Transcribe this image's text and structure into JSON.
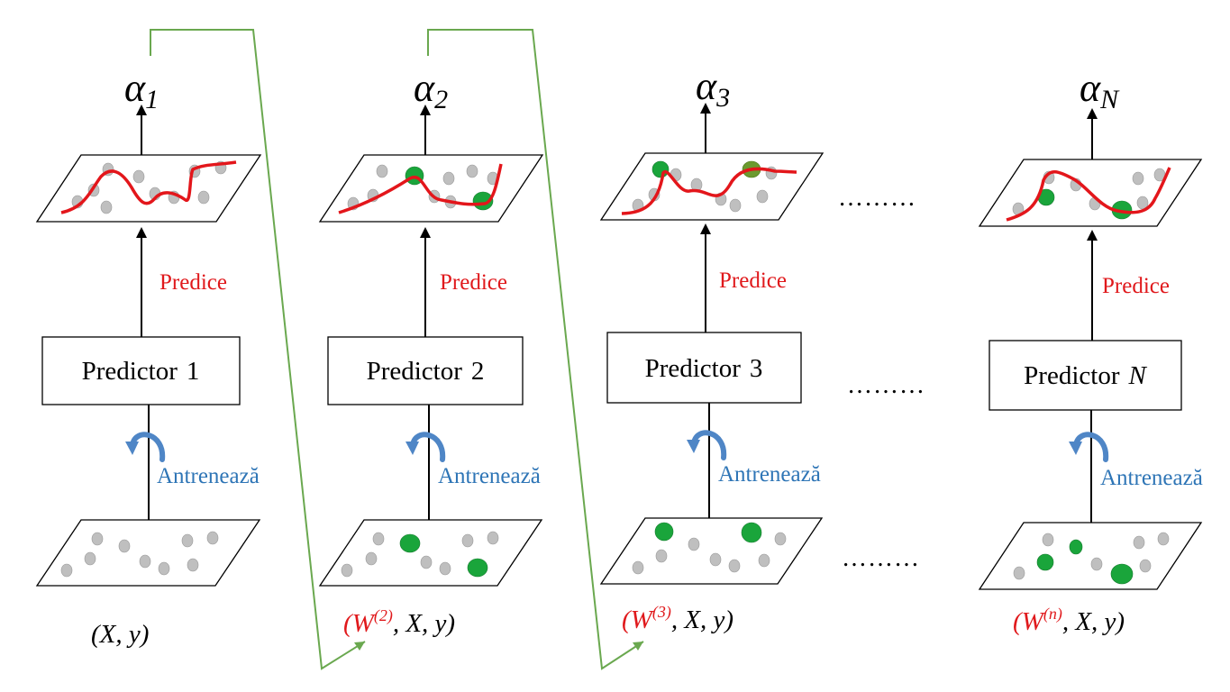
{
  "stages": [
    {
      "alpha_base": "α",
      "alpha_sub": "1",
      "predict_label": "Predice",
      "predictor_name": "Predictor",
      "predictor_index": "1",
      "train_label": "Antrenează",
      "dataset_w": "",
      "dataset_sup": "",
      "dataset_rest": "(X, y)"
    },
    {
      "alpha_base": "α",
      "alpha_sub": "2",
      "predict_label": "Predice",
      "predictor_name": "Predictor",
      "predictor_index": "2",
      "train_label": "Antrenează",
      "dataset_w": "(W",
      "dataset_sup": "(2)",
      "dataset_rest": ", X, y)"
    },
    {
      "alpha_base": "α",
      "alpha_sub": "3",
      "predict_label": "Predice",
      "predictor_name": "Predictor",
      "predictor_index": "3",
      "train_label": "Antrenează",
      "dataset_w": "(W",
      "dataset_sup": "(3)",
      "dataset_rest": ", X, y)"
    },
    {
      "alpha_base": "α",
      "alpha_sub": "N",
      "predict_label": "Predice",
      "predictor_name": "Predictor",
      "predictor_index": "N",
      "train_label": "Antrenează",
      "dataset_w": "(W",
      "dataset_sup": "(n)",
      "dataset_rest": ", X, y)"
    }
  ],
  "ellipsis": "………",
  "colors": {
    "fit_curve": "#e3161b",
    "misclassified_point": "#1aa53b",
    "point": "#bfbfbf",
    "predict_text": "#e0191c",
    "train_text": "#2e75b6",
    "train_arrow": "#4f86c6",
    "weight_arrow": "#6aa84f"
  },
  "icons": {
    "train_arrow": "curved-arrow-icon"
  }
}
